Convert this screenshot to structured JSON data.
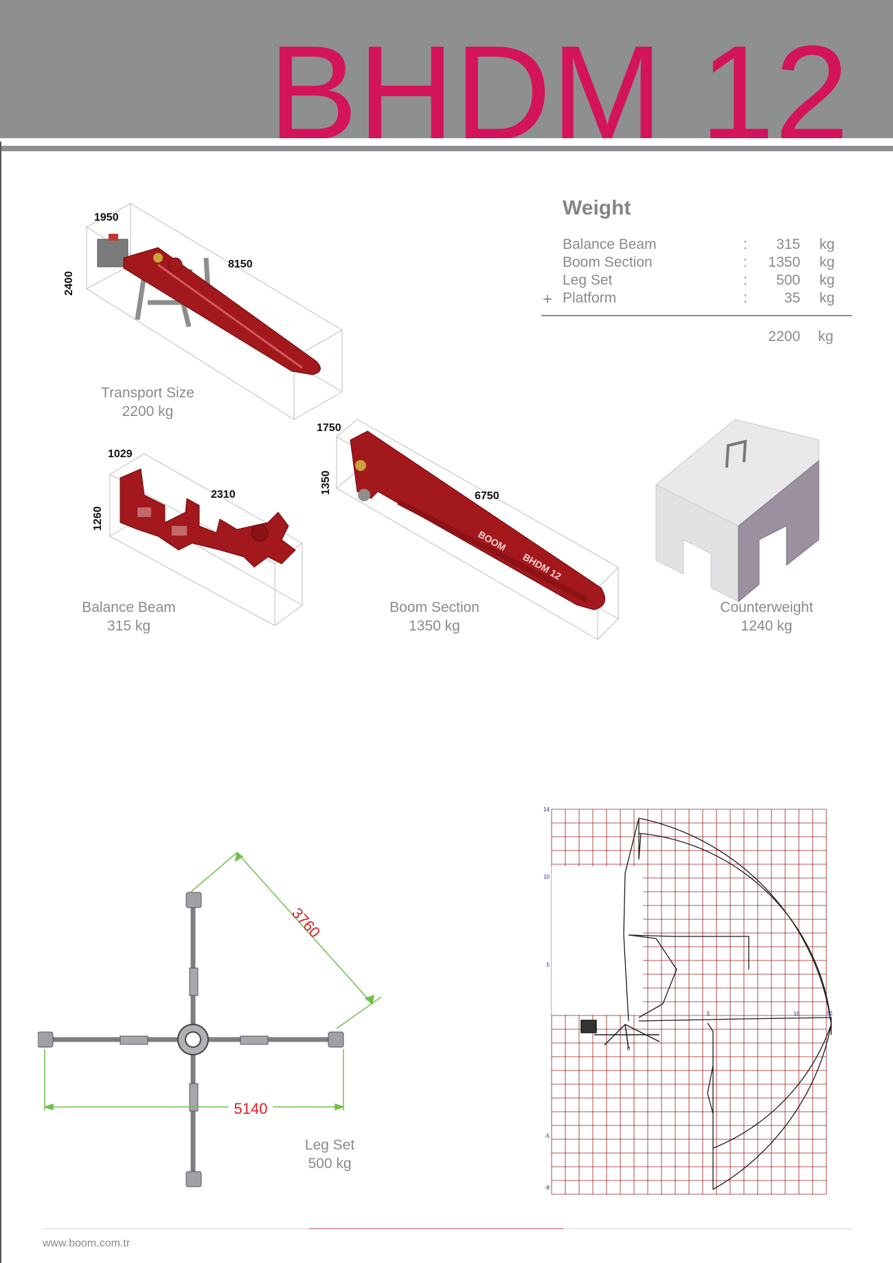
{
  "header": {
    "title": "BHDM 12",
    "title_color": "#d4145a",
    "bg_color": "#8e8f91"
  },
  "transport": {
    "dim_width": "1950",
    "dim_height": "2400",
    "dim_length": "8150",
    "label": "Transport Size",
    "weight": "2200 kg"
  },
  "balance_beam": {
    "dim_width": "1029",
    "dim_height": "1260",
    "dim_length": "2310",
    "label": "Balance Beam",
    "weight": "315 kg"
  },
  "boom_section": {
    "dim_width": "1750",
    "dim_height": "1350",
    "dim_length": "6750",
    "label": "Boom Section",
    "weight": "1350 kg",
    "decal_1": "BOOM",
    "decal_2": "BHDM 12"
  },
  "counterweight": {
    "label": "Counterweight",
    "weight": "1240 kg"
  },
  "weights": {
    "title": "Weight",
    "rows": [
      {
        "plus": "",
        "name": "Balance Beam",
        "colon": ":",
        "value": "315",
        "unit": "kg"
      },
      {
        "plus": "",
        "name": "Boom Section",
        "colon": ":",
        "value": "1350",
        "unit": "kg"
      },
      {
        "plus": "",
        "name": "Leg Set",
        "colon": ":",
        "value": "500",
        "unit": "kg"
      },
      {
        "plus": "+",
        "name": "Platform",
        "colon": ":",
        "value": "35",
        "unit": "kg"
      }
    ],
    "total": "2200",
    "total_unit": "kg"
  },
  "leg_set": {
    "diag_dim": "3760",
    "span_dim": "5140",
    "label": "Leg Set",
    "weight": "500 kg"
  },
  "reach_chart": {
    "y_labels": [
      "14",
      "10",
      "5",
      "-5",
      "-8"
    ],
    "x_labels": [
      "0",
      "5",
      "10",
      "12"
    ],
    "x_range": [
      -5,
      12
    ],
    "y_range": [
      -8,
      14
    ],
    "grid_color": "#9b1c1c"
  },
  "footer": {
    "url": "www.boom.com.tr"
  }
}
